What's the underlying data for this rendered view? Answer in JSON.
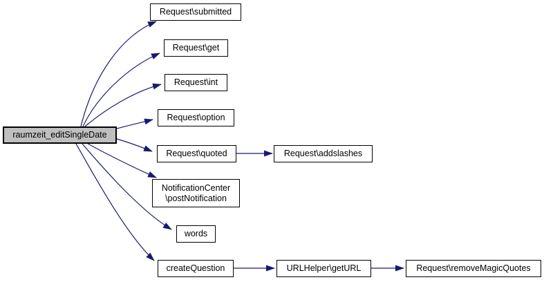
{
  "graph": {
    "type": "call-graph",
    "colors": {
      "edge": "#191970",
      "border": "#000000",
      "node_fill": "#ffffff",
      "highlight_fill": "#bfbfbf",
      "background": "#ffffff"
    },
    "nodes": [
      {
        "id": "raumzeit_editSingleDate",
        "label": "raumzeit_editSingleDate",
        "highlighted": true
      },
      {
        "id": "Request\\submitted",
        "label": "Request\\submitted",
        "highlighted": false
      },
      {
        "id": "Request\\get",
        "label": "Request\\get",
        "highlighted": false
      },
      {
        "id": "Request\\int",
        "label": "Request\\int",
        "highlighted": false
      },
      {
        "id": "Request\\option",
        "label": "Request\\option",
        "highlighted": false
      },
      {
        "id": "Request\\quoted",
        "label": "Request\\quoted",
        "highlighted": false
      },
      {
        "id": "NotificationCenter\\postNotification",
        "label": "NotificationCenter\n\\postNotification",
        "highlighted": false
      },
      {
        "id": "words",
        "label": "words",
        "highlighted": false
      },
      {
        "id": "createQuestion",
        "label": "createQuestion",
        "highlighted": false
      },
      {
        "id": "Request\\addslashes",
        "label": "Request\\addslashes",
        "highlighted": false
      },
      {
        "id": "URLHelper\\getURL",
        "label": "URLHelper\\getURL",
        "highlighted": false
      },
      {
        "id": "Request\\removeMagicQuotes",
        "label": "Request\\removeMagicQuotes",
        "highlighted": false
      }
    ],
    "edges": [
      {
        "from": "raumzeit_editSingleDate",
        "to": "Request\\submitted"
      },
      {
        "from": "raumzeit_editSingleDate",
        "to": "Request\\get"
      },
      {
        "from": "raumzeit_editSingleDate",
        "to": "Request\\int"
      },
      {
        "from": "raumzeit_editSingleDate",
        "to": "Request\\option"
      },
      {
        "from": "raumzeit_editSingleDate",
        "to": "Request\\quoted"
      },
      {
        "from": "raumzeit_editSingleDate",
        "to": "NotificationCenter\\postNotification"
      },
      {
        "from": "raumzeit_editSingleDate",
        "to": "words"
      },
      {
        "from": "raumzeit_editSingleDate",
        "to": "createQuestion"
      },
      {
        "from": "Request\\quoted",
        "to": "Request\\addslashes"
      },
      {
        "from": "createQuestion",
        "to": "URLHelper\\getURL"
      },
      {
        "from": "URLHelper\\getURL",
        "to": "Request\\removeMagicQuotes"
      }
    ]
  }
}
